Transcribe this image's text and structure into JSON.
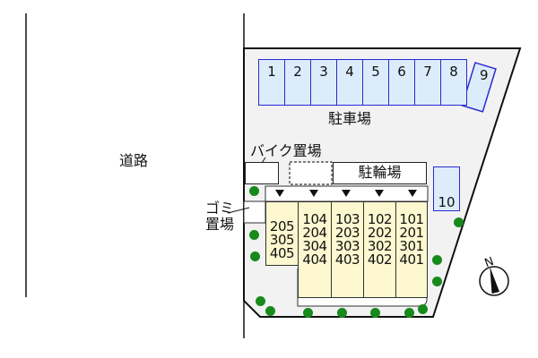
{
  "road": {
    "label": "道路"
  },
  "parking": {
    "label": "駐車場",
    "spaces": [
      "1",
      "2",
      "3",
      "4",
      "5",
      "6",
      "7",
      "8",
      "9",
      "10"
    ]
  },
  "bike_parking": {
    "label": "バイク置場"
  },
  "bicycle_parking": {
    "label": "駐輪場"
  },
  "garbage": {
    "label_line1": "ゴミ",
    "label_line2": "置場"
  },
  "building": {
    "columns": [
      {
        "units": [
          "205",
          "305",
          "405"
        ]
      },
      {
        "units": [
          "104",
          "204",
          "304",
          "404"
        ]
      },
      {
        "units": [
          "103",
          "203",
          "303",
          "403"
        ]
      },
      {
        "units": [
          "102",
          "202",
          "302",
          "402"
        ]
      },
      {
        "units": [
          "101",
          "201",
          "301",
          "401"
        ]
      }
    ]
  },
  "compass": {
    "label": "N"
  },
  "colors": {
    "parking_fill": "#dcecfb",
    "parking_border": "#2a2ad0",
    "unit_fill": "#fdf8cf",
    "tree": "#178a1b",
    "site_fill": "#f2f2f2"
  }
}
